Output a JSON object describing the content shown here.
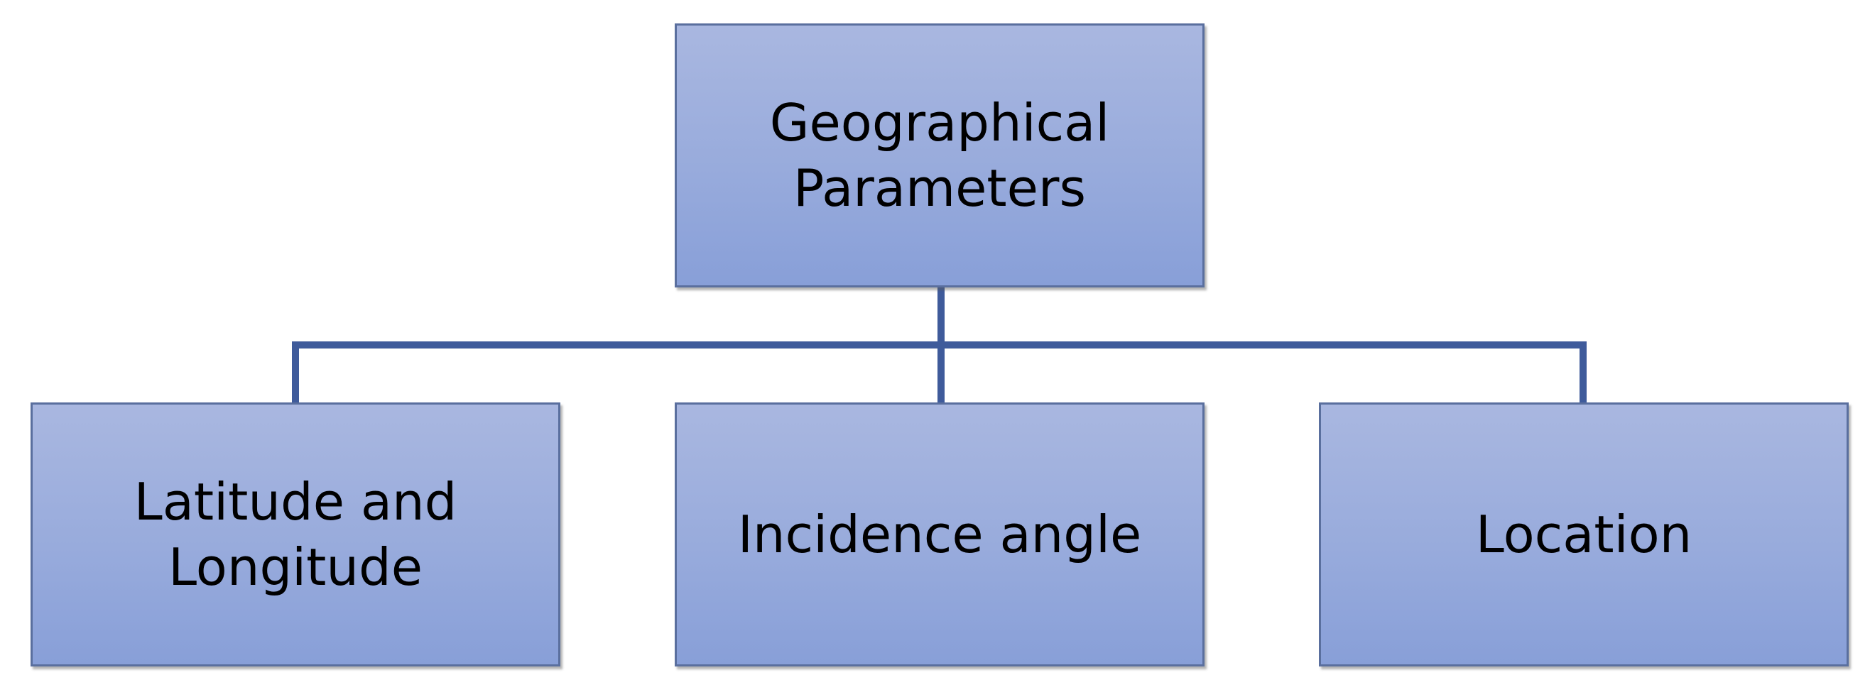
{
  "diagram": {
    "type": "hierarchy",
    "root": {
      "label": "Geographical\nParameters"
    },
    "children": [
      {
        "label": "Latitude and\nLongitude"
      },
      {
        "label": "Incidence angle"
      },
      {
        "label": "Location"
      }
    ]
  },
  "colors": {
    "box_fill_top": "#a9b7e0",
    "box_fill_bottom": "#889fd8",
    "box_border": "#5a6f9e",
    "connector": "#3f5b9b",
    "text": "#000000",
    "background": "#ffffff"
  }
}
